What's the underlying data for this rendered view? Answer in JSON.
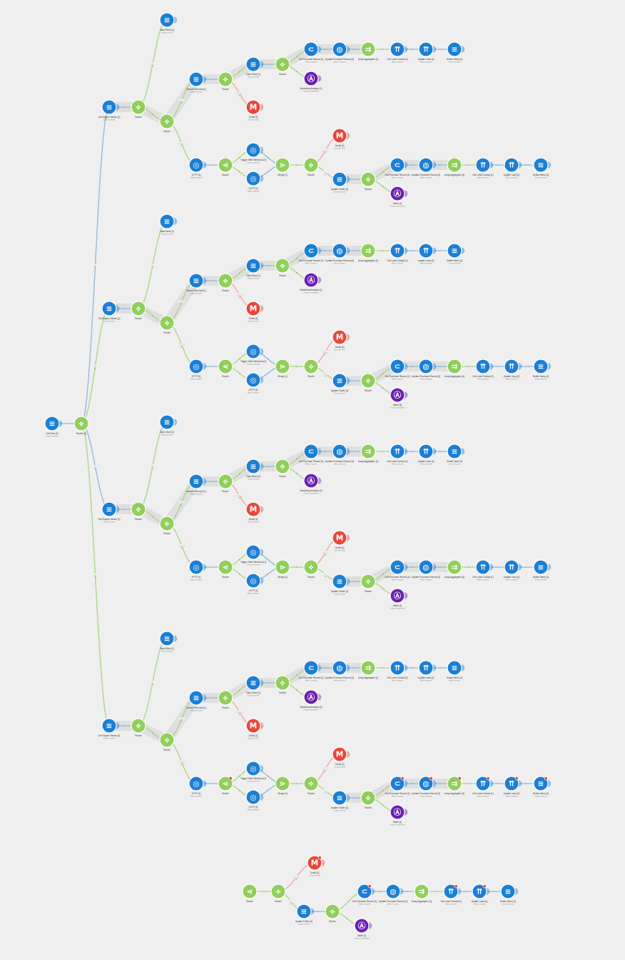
{
  "app": {
    "title": "Scenario editor"
  },
  "colors": {
    "background": "#efefef",
    "data_store": "#1b7fd4",
    "http": "#1b7fd4",
    "webhook": "#1b7fd4",
    "router": "#8fcf5a",
    "gmail": "#e8473c",
    "ai": "#6b1fb1",
    "link_blue": "#8fb8de",
    "link_green": "#a9d67f",
    "link_red": "#f3a39d",
    "halo": "#dddddd"
  },
  "labels": {
    "search": "Search Records [1]",
    "router": "Router",
    "router_main": "Router [1]",
    "get_engine": "Get Engine Values [1]",
    "data_store": "Data Store [1]",
    "http": "HTTP [1]",
    "webhook": "Trigger Web Webhook [1]",
    "merge": "Merge [1]",
    "gmail": "Gmail [1]",
    "update_folder": "Update Folder [1]",
    "get_purchase": "Get Purchase Record [1]",
    "update_purchase": "Update Purchase Record [1]",
    "array_agg": "Array Aggregator [1]",
    "get_lead": "Get Lead Contact [1]",
    "update_lead": "Update Lead [1]",
    "delete_items": "Delete Items [1]",
    "ai_analysis": "Marketing Analysis [1]",
    "ai_short": "Make [1]",
    "get_files": "Get Files [1]",
    "sub_data": "Search records",
    "sub_router": "",
    "sub_http": "Make a request",
    "sub_webhook": "Custom webhook",
    "sub_gmail": "Send an email",
    "sub_ai": "Create a completion"
  },
  "link_labels": [
    "Filter",
    "Fallback",
    "Condition"
  ]
}
